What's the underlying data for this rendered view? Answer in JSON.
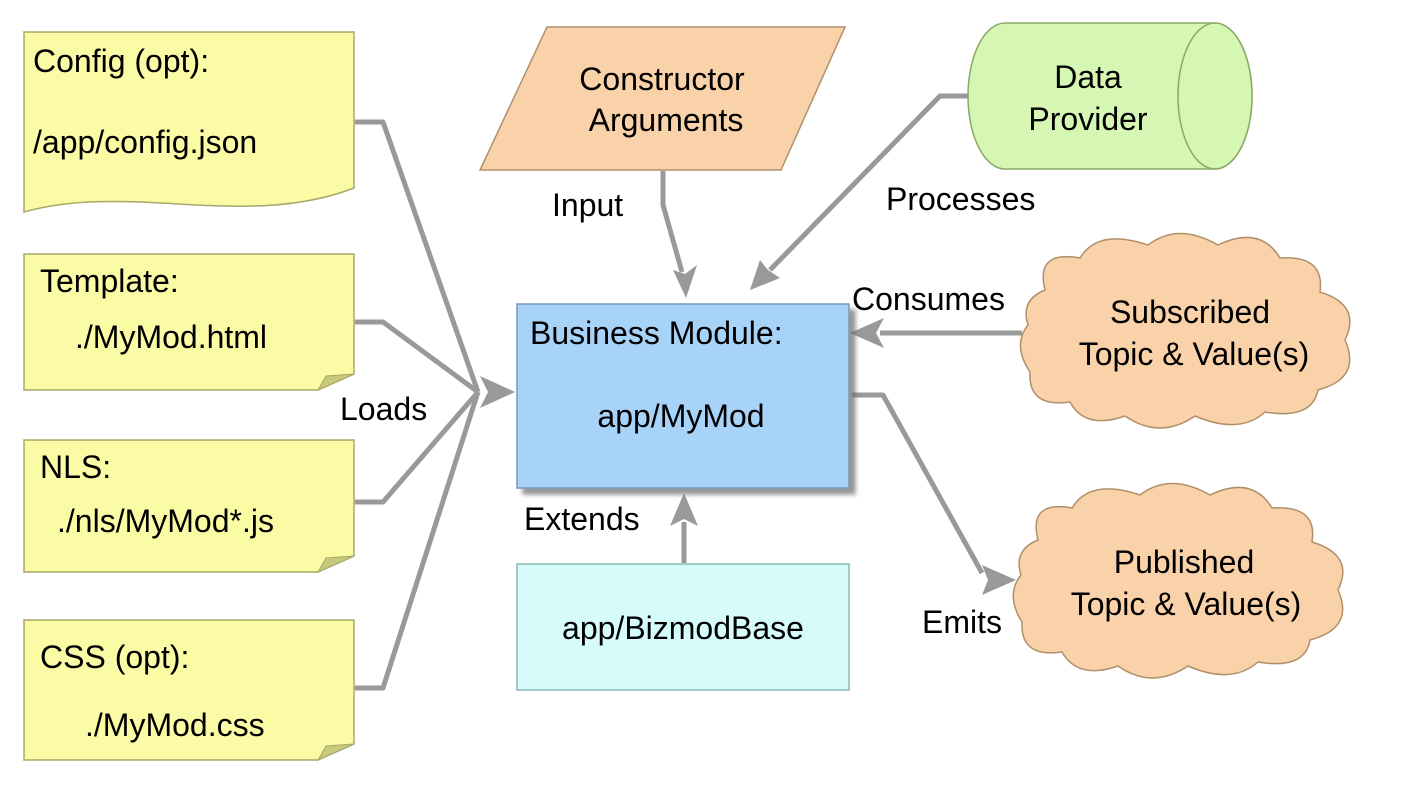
{
  "colors": {
    "note_fill": "#fbfba5",
    "note_border": "#a8a86a",
    "input_fill": "#fad2a9",
    "input_border": "#b0906a",
    "provider_fill": "#d6f7b4",
    "provider_border": "#88aa66",
    "module_fill": "#a8d3f8",
    "module_border": "#7a9ab8",
    "base_fill": "#d5fbfb",
    "base_border": "#8ab8b8",
    "cloud_fill": "#fad2a9",
    "cloud_border": "#b0906a",
    "edge": "#999999"
  },
  "files": {
    "config": {
      "title": "Config (opt):",
      "path": "/app/config.json"
    },
    "template": {
      "title": "Template:",
      "path": "./MyMod.html"
    },
    "nls": {
      "title": "NLS:",
      "path": "./nls/MyMod*.js"
    },
    "css": {
      "title": "CSS (opt):",
      "path": "./MyMod.css"
    }
  },
  "constructor": {
    "line1": "Constructor",
    "line2": "Arguments"
  },
  "provider": {
    "line1": "Data",
    "line2": "Provider"
  },
  "module": {
    "title": "Business Module:",
    "name": "app/MyMod"
  },
  "base": {
    "name": "app/BizmodBase"
  },
  "subscribed": {
    "line1": "Subscribed",
    "line2": "Topic & Value(s)"
  },
  "published": {
    "line1": "Published",
    "line2": "Topic & Value(s)"
  },
  "edges": {
    "loads": "Loads",
    "input": "Input",
    "processes": "Processes",
    "consumes": "Consumes",
    "extends": "Extends",
    "emits": "Emits"
  }
}
